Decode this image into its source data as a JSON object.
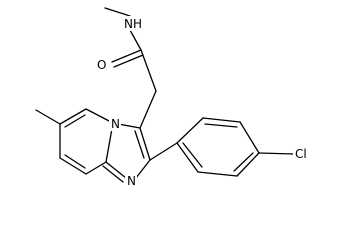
{
  "atoms": {
    "amide_nh": "NH",
    "carbonyl_o": "O",
    "bridgehead_n": "N",
    "imidazole_n": "N",
    "chlorine": "Cl"
  },
  "colors": {
    "bond": "#000000",
    "background": "#ffffff"
  }
}
